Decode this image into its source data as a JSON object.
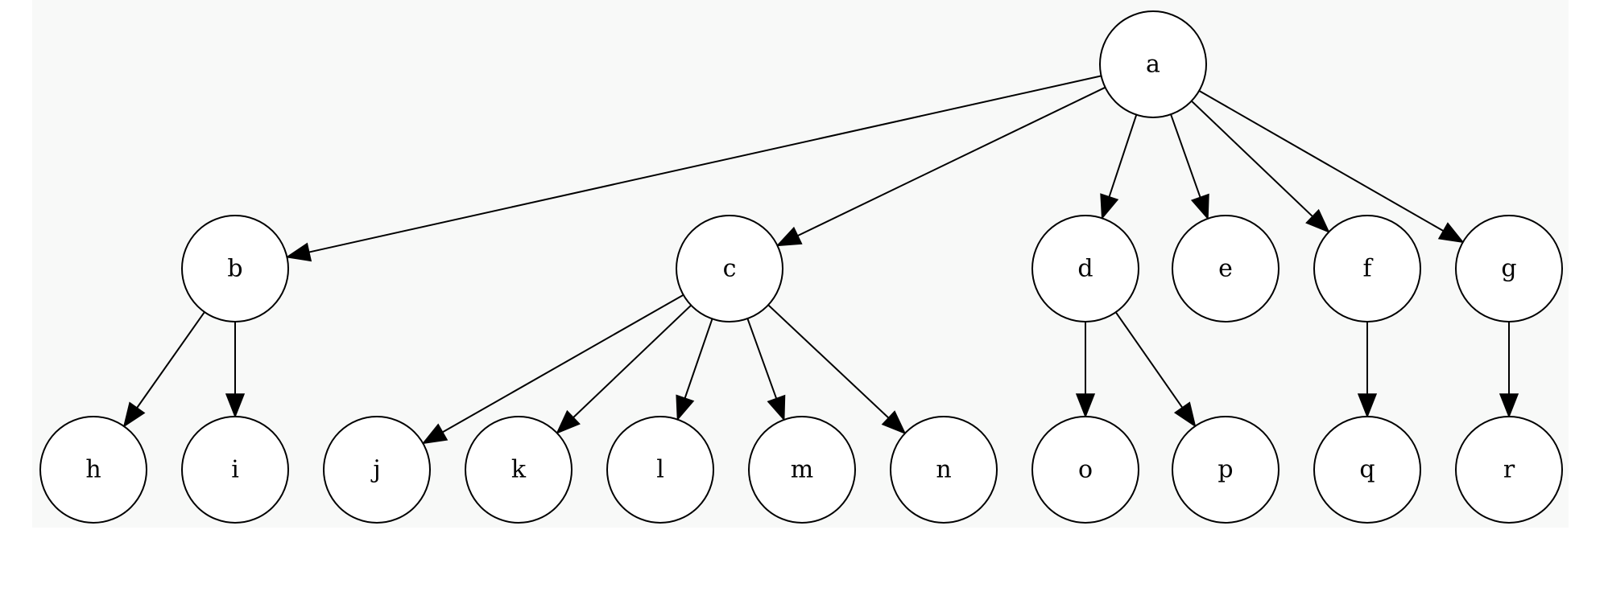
{
  "diagram": {
    "type": "tree",
    "nodes": [
      "a",
      "b",
      "c",
      "d",
      "e",
      "f",
      "g",
      "h",
      "i",
      "j",
      "k",
      "l",
      "m",
      "n",
      "o",
      "p",
      "q",
      "r"
    ],
    "edges": [
      [
        "a",
        "b"
      ],
      [
        "a",
        "c"
      ],
      [
        "a",
        "d"
      ],
      [
        "a",
        "e"
      ],
      [
        "a",
        "f"
      ],
      [
        "a",
        "g"
      ],
      [
        "b",
        "h"
      ],
      [
        "b",
        "i"
      ],
      [
        "c",
        "j"
      ],
      [
        "c",
        "k"
      ],
      [
        "c",
        "l"
      ],
      [
        "c",
        "m"
      ],
      [
        "c",
        "n"
      ],
      [
        "d",
        "o"
      ],
      [
        "d",
        "p"
      ],
      [
        "f",
        "q"
      ],
      [
        "g",
        "r"
      ]
    ]
  }
}
